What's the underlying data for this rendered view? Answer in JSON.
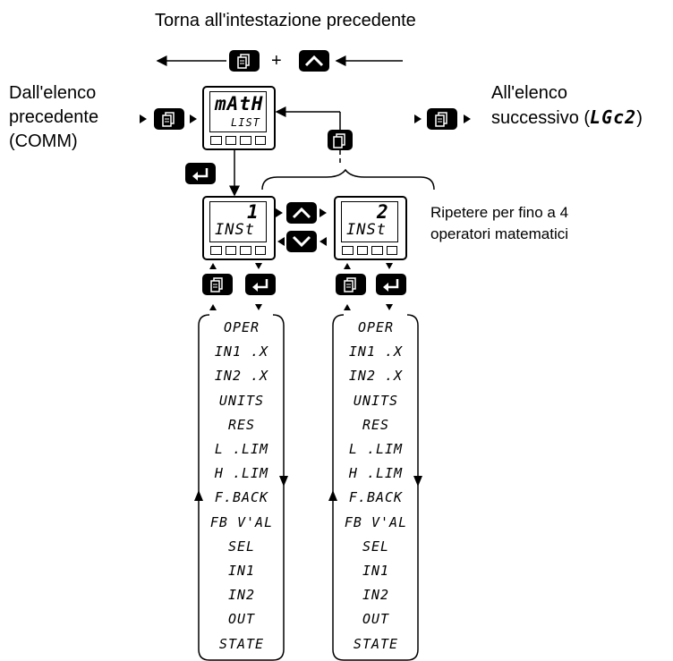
{
  "top_label": "Torna all'intestazione precedente",
  "left_label": [
    "Dall'elenco",
    "precedente",
    "(COMM)"
  ],
  "right_label": [
    "All'elenco",
    "successivo (",
    "LGc2",
    ")"
  ],
  "repeat_label": [
    "Ripetere per fino a 4",
    "operatori matematici"
  ],
  "plus_sign": "+",
  "header_display": {
    "top": "mAtH",
    "bottom": "LIST"
  },
  "instance_displays": [
    {
      "top": "1",
      "bottom": "INSt"
    },
    {
      "top": "2",
      "bottom": "INSt"
    }
  ],
  "parameters": [
    "OPER",
    "IN1 .X",
    "IN2 .X",
    "UNITS",
    "RES",
    "L .LIM",
    "H .LIM",
    "F.BACK",
    "FB V'AL",
    "SEL",
    "IN1",
    "IN2",
    "OUT",
    "STATE"
  ],
  "icons": {
    "page": "page-key-icon",
    "up": "up-key-icon",
    "down": "down-key-icon",
    "enter": "enter-key-icon"
  },
  "colors": {
    "key": "#000000",
    "display_bezel": "#000000",
    "background": "#ffffff"
  }
}
